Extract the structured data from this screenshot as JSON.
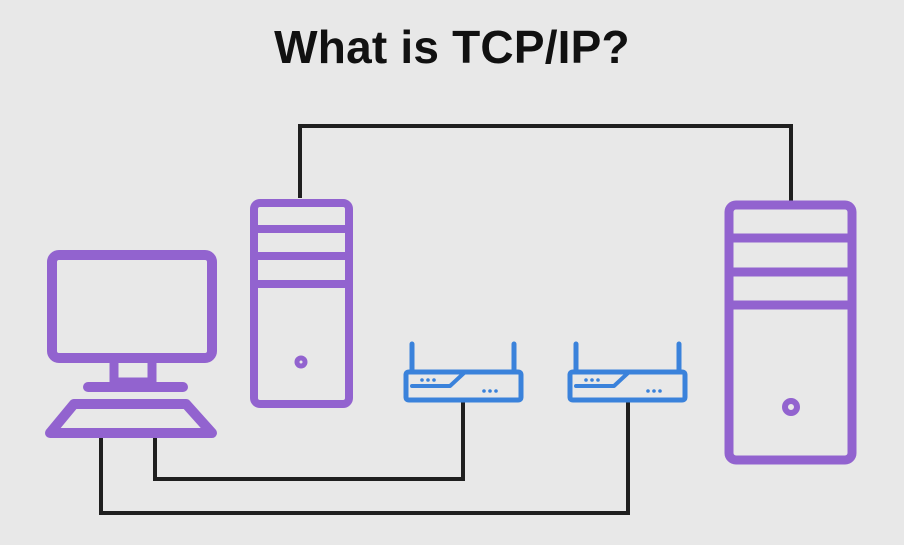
{
  "title": "What is TCP/IP?",
  "colors": {
    "background": "#e8e8e8",
    "device": "#9263cf",
    "router": "#3a82db",
    "wire": "#1f1f1f",
    "title": "#111111"
  },
  "nodes": [
    {
      "id": "desktop-computer",
      "icon": "desktop-computer-icon"
    },
    {
      "id": "server-small",
      "icon": "server-tower-icon"
    },
    {
      "id": "router-left",
      "icon": "router-icon"
    },
    {
      "id": "router-right",
      "icon": "router-icon"
    },
    {
      "id": "server-large",
      "icon": "server-tower-icon"
    }
  ],
  "links": [
    {
      "from": "server-small",
      "to": "server-large"
    },
    {
      "from": "desktop-computer",
      "to": "router-left"
    },
    {
      "from": "desktop-computer",
      "to": "router-right"
    }
  ]
}
